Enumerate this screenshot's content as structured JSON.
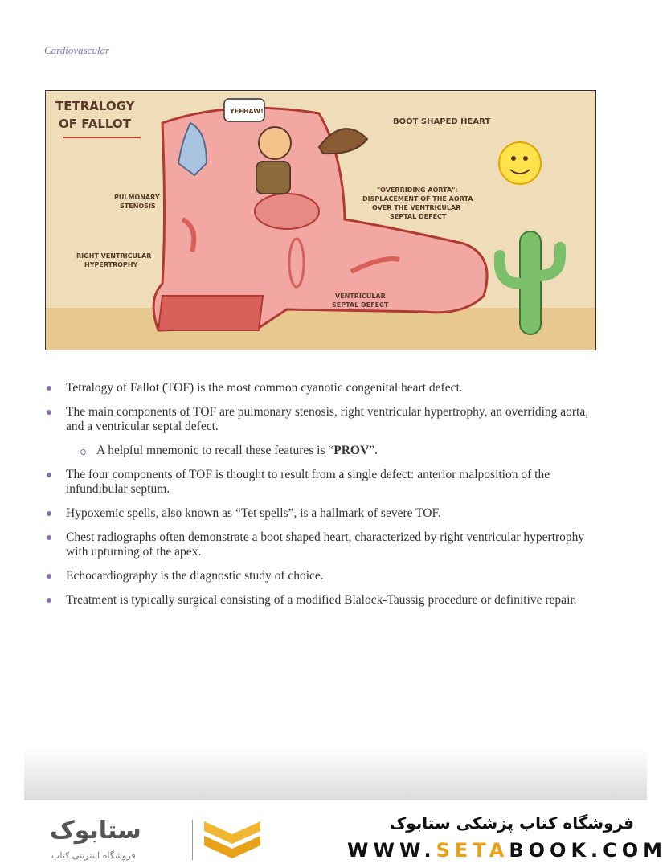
{
  "header": {
    "section": "Cardiovascular"
  },
  "figure": {
    "title_line1": "TETRALOGY",
    "title_line2": "OF FALLOT",
    "boot_label": "BOOT SHAPED HEART",
    "speech": "YEEHAW!",
    "labels": {
      "pulmonary_1": "PULMONARY",
      "pulmonary_2": "STENOSIS",
      "rvh_1": "RIGHT VENTRICULAR",
      "rvh_2": "HYPERTROPHY",
      "aorta_1": "\"OVERRIDING AORTA\":",
      "aorta_2": "DISPLACEMENT OF THE AORTA",
      "aorta_3": "OVER THE VENTRICULAR",
      "aorta_4": "SEPTAL DEFECT",
      "vsd_1": "VENTRICULAR",
      "vsd_2": "SEPTAL DEFECT"
    },
    "colors": {
      "background": "#efdcb8",
      "ground": "#e7c98f",
      "boot": "#f2a7a3",
      "boot_dark": "#d9605a",
      "cactus": "#7bbf6a",
      "sun": "#ffe14a"
    }
  },
  "bullets": [
    "Tetralogy of Fallot (TOF) is the most common cyanotic congenital heart defect.",
    "The main components of TOF are pulmonary stenosis, right ventricular hypertrophy, an overriding aorta, and a ventricular septal defect.",
    "The four components of TOF is thought to result from a single defect: anterior malposition of the infundibular septum.",
    "Hypoxemic spells, also known as “Tet spells”, is a hallmark of severe TOF.",
    "Chest radiographs often demonstrate a boot shaped heart, characterized by right ventricular hypertrophy with upturning of the apex.",
    "Echocardiography is the diagnostic study of choice.",
    "Treatment is typically surgical consisting of a modified Blalock-Taussig procedure or definitive repair."
  ],
  "sub_bullet": {
    "before": "A helpful mnemonic to recall these features is “",
    "bold": "PROV",
    "after": "”."
  },
  "footer": {
    "logo_text": "ستابوک",
    "logo_sub": "فروشگاه اینترنتی کتاب",
    "shop_fa": "فروشگاه کتاب پزشکی ستابوک",
    "url_part1": "WWW.",
    "url_accent1": "SETA",
    "url_part2": "BOOK.COM"
  }
}
